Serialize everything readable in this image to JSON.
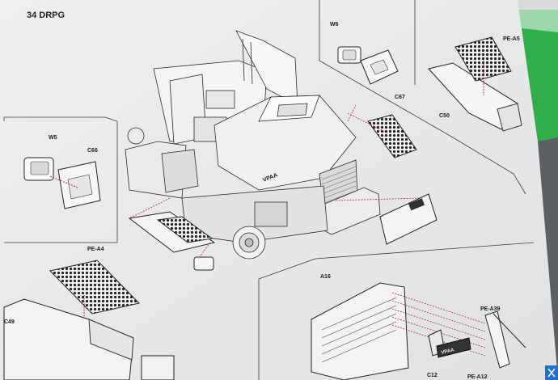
{
  "document": {
    "brand_mark": "34 DRPG",
    "part_labels": {
      "w6": "W6",
      "pe_a5": "PE-A5",
      "c67": "C67",
      "c50": "C50",
      "w5": "W5",
      "c66": "C66",
      "pe_a4": "PE-A4",
      "c49": "C49",
      "a16": "A16",
      "pe_a39": "PE-A39",
      "c12": "C12",
      "pe_a12": "PE-A12"
    },
    "hull_marking": "VPAA",
    "plate_marking": "VPAA"
  },
  "colors": {
    "paper": "#e8e9ea",
    "ink": "#2a2a2a",
    "arrow_red": "#c8242a",
    "background_green": "#2fae4a",
    "badge_blue": "#1f6fd1"
  }
}
